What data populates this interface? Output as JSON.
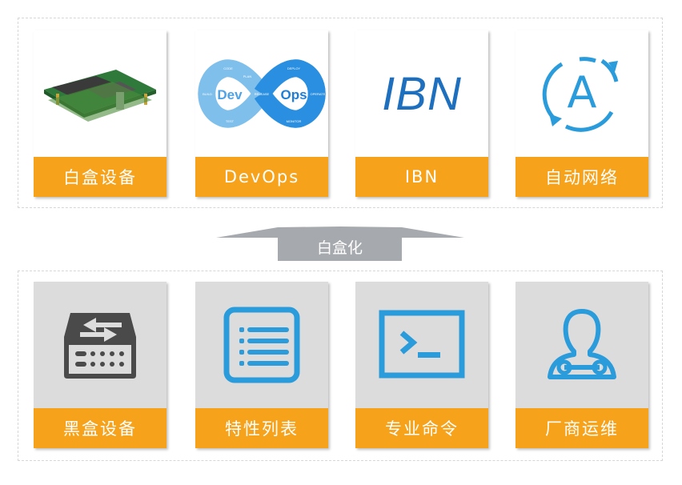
{
  "top_group": {
    "cards": [
      {
        "label": "白盒设备",
        "icon": "circuit-board-image"
      },
      {
        "label": "DevOps",
        "icon": "devops-infinity-logo",
        "logo_text": [
          "Dev",
          "Ops",
          "CODE",
          "PLAN",
          "BUILD",
          "TEST",
          "RELEASE",
          "DEPLOY",
          "OPERATE",
          "MONITOR"
        ]
      },
      {
        "label": "IBN",
        "icon": "ibn-logo",
        "logo_text": "IBN"
      },
      {
        "label": "自动网络",
        "icon": "auto-cycle-a-icon",
        "logo_text": "A"
      }
    ]
  },
  "transition": {
    "label": "白盒化"
  },
  "bottom_group": {
    "cards": [
      {
        "label": "黑盒设备",
        "icon": "network-switch-icon"
      },
      {
        "label": "特性列表",
        "icon": "feature-list-icon"
      },
      {
        "label": "专业命令",
        "icon": "terminal-icon"
      },
      {
        "label": "厂商运维",
        "icon": "maintenance-person-icon"
      }
    ]
  },
  "colors": {
    "label_bg": "#f7a21b",
    "icon_blue": "#2a9bdb",
    "arrow_gray": "#a6a9ae",
    "card_gray": "#dcdcdc",
    "switch_dark": "#4a4a4a"
  }
}
